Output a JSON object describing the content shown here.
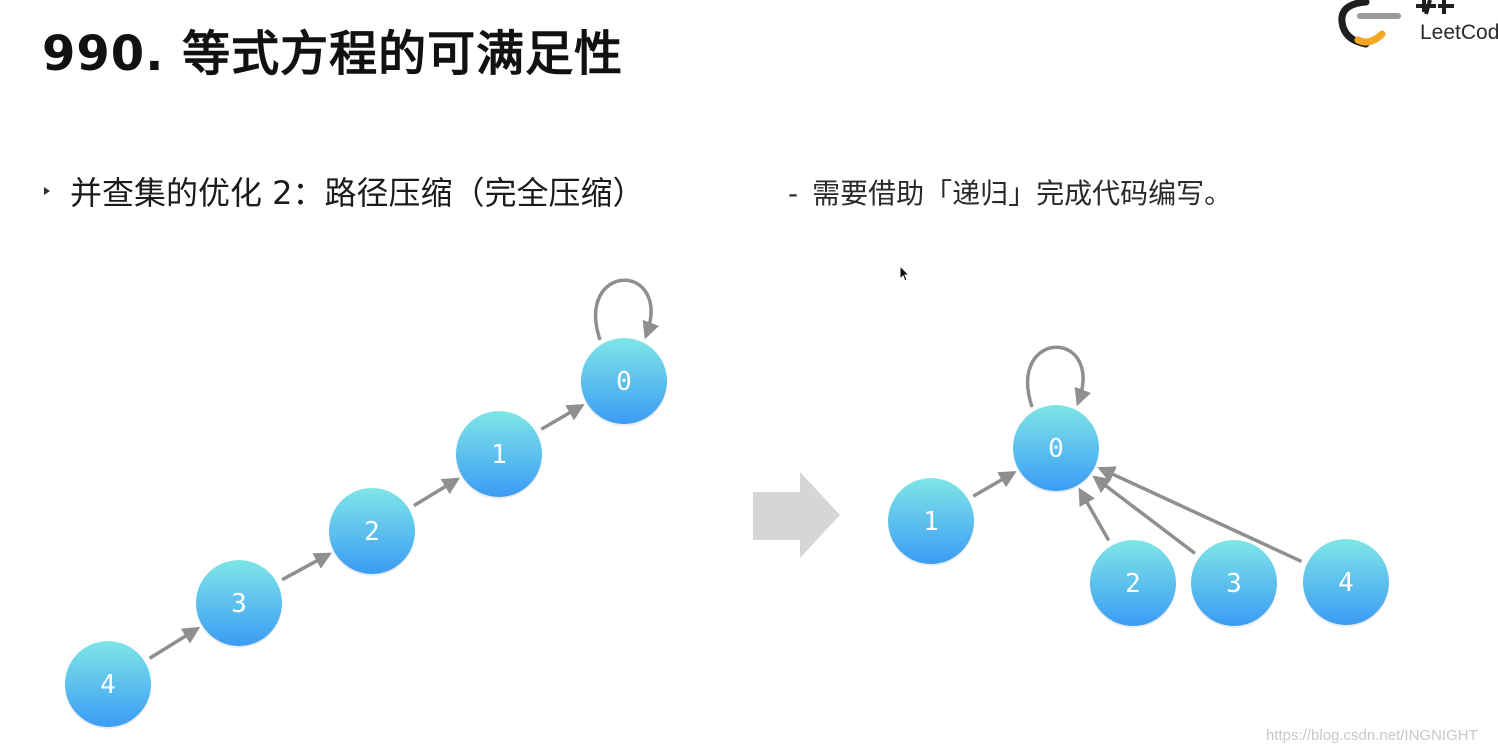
{
  "title": "990. 等式方程的可满足性",
  "logo": {
    "text": "LeetCod",
    "glyph_partial": "力扣"
  },
  "bullet": {
    "text": "并查集的优化 2：路径压缩（完全压缩）"
  },
  "note": {
    "dash": "-",
    "text": "需要借助「递归」完成代码编写。"
  },
  "watermark": "https://blog.csdn.net/INGNIGHT",
  "colors": {
    "node_top": "#7fe6e6",
    "node_bottom": "#3b9cf5",
    "arrow": "#8f8f8f",
    "transition_arrow": "#d6d6d6",
    "logo_orange": "#f5a623"
  },
  "before": {
    "nodes": [
      {
        "id": "0",
        "label": "0"
      },
      {
        "id": "1",
        "label": "1"
      },
      {
        "id": "2",
        "label": "2"
      },
      {
        "id": "3",
        "label": "3"
      },
      {
        "id": "4",
        "label": "4"
      }
    ],
    "edges": [
      {
        "from": "4",
        "to": "3"
      },
      {
        "from": "3",
        "to": "2"
      },
      {
        "from": "2",
        "to": "1"
      },
      {
        "from": "1",
        "to": "0"
      },
      {
        "from": "0",
        "to": "0"
      }
    ]
  },
  "after": {
    "nodes": [
      {
        "id": "0",
        "label": "0"
      },
      {
        "id": "1",
        "label": "1"
      },
      {
        "id": "2",
        "label": "2"
      },
      {
        "id": "3",
        "label": "3"
      },
      {
        "id": "4",
        "label": "4"
      }
    ],
    "edges": [
      {
        "from": "1",
        "to": "0"
      },
      {
        "from": "2",
        "to": "0"
      },
      {
        "from": "3",
        "to": "0"
      },
      {
        "from": "4",
        "to": "0"
      },
      {
        "from": "0",
        "to": "0"
      }
    ]
  }
}
